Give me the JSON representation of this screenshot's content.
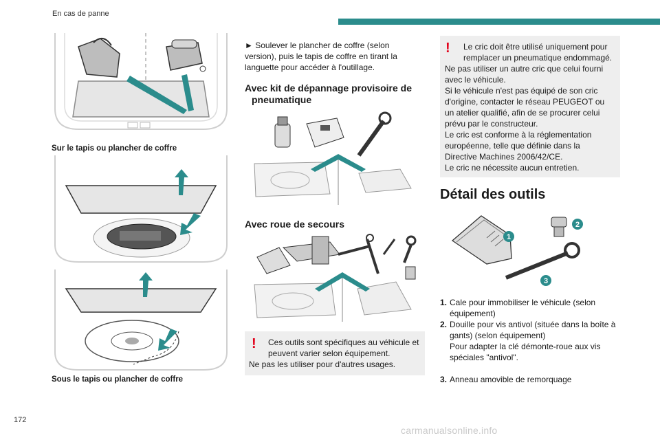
{
  "header": {
    "section_title": "En cas de panne"
  },
  "footer": {
    "page_number": "172",
    "watermark": "carmanualsonline.info"
  },
  "left_column": {
    "caption_top": "Sur le tapis ou plancher de coffre",
    "caption_bottom": "Sous le tapis ou plancher de coffre"
  },
  "middle_column": {
    "intro_lines": [
      "► Soulever le plancher de coffre (selon",
      "version), puis le tapis de coffre en tirant la",
      "languette pour accéder à l'outillage."
    ],
    "heading_kit_lines": [
      "Avec kit de dépannage provisoire de",
      "pneumatique"
    ],
    "heading_spare": "Avec roue de secours",
    "warning_lines": [
      "Ces outils sont spécifiques au véhicule et",
      "peuvent varier selon équipement.",
      "Ne pas les utiliser pour d'autres usages."
    ],
    "warning_mark": "!"
  },
  "right_column": {
    "warning_mark": "!",
    "warning_lines": [
      "Le cric doit être utilisé uniquement pour",
      "remplacer un pneumatique endommagé.",
      "Ne pas utiliser un autre cric que celui fourni",
      "avec le véhicule.",
      "Si le véhicule n'est pas équipé de son cric",
      "d'origine, contacter le réseau PEUGEOT ou",
      "un atelier qualifié, afin de se procurer celui",
      "prévu par le constructeur.",
      "Le cric est conforme à la réglementation",
      "européenne, telle que définie dans la",
      "Directive Machines 2006/42/CE.",
      "Le cric ne nécessite aucun entretien."
    ],
    "section_title": "Détail des outils",
    "callouts": [
      "1",
      "2",
      "3"
    ],
    "list": [
      {
        "num": "1.",
        "lines": [
          "Cale pour immobiliser le véhicule (selon",
          "équipement)"
        ]
      },
      {
        "num": "2.",
        "lines": [
          "Douille pour vis antivol (située dans la boîte à",
          "gants) (selon équipement)",
          "Pour adapter la clé démonte-roue aux vis",
          "spéciales \"antivol\"."
        ]
      },
      {
        "num": "3.",
        "lines": [
          "Anneau amovible de remorquage"
        ]
      }
    ]
  },
  "colors": {
    "accent": "#2b8c8c",
    "warning": "#e2001a",
    "box_bg": "#eeeeee"
  }
}
